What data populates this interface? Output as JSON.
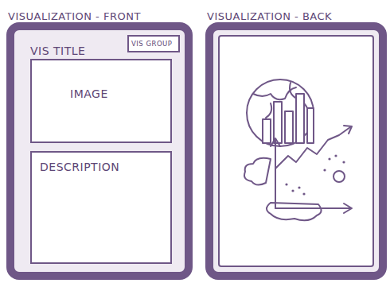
{
  "diagram": {
    "nodes": [
      {
        "text": [
          "VISUALIZATION - FRONT",
          "VIS TITLE"
        ]
      },
      {
        "text": [
          "VIS GROUP"
        ],
        "in": 0
      },
      {
        "text": [
          "IMAGE"
        ],
        "in": 0
      },
      {
        "text": [
          "DESCRIPTION"
        ],
        "in": 0
      },
      {
        "text": [
          "VISUALIZATION - BACK"
        ]
      }
    ]
  }
}
